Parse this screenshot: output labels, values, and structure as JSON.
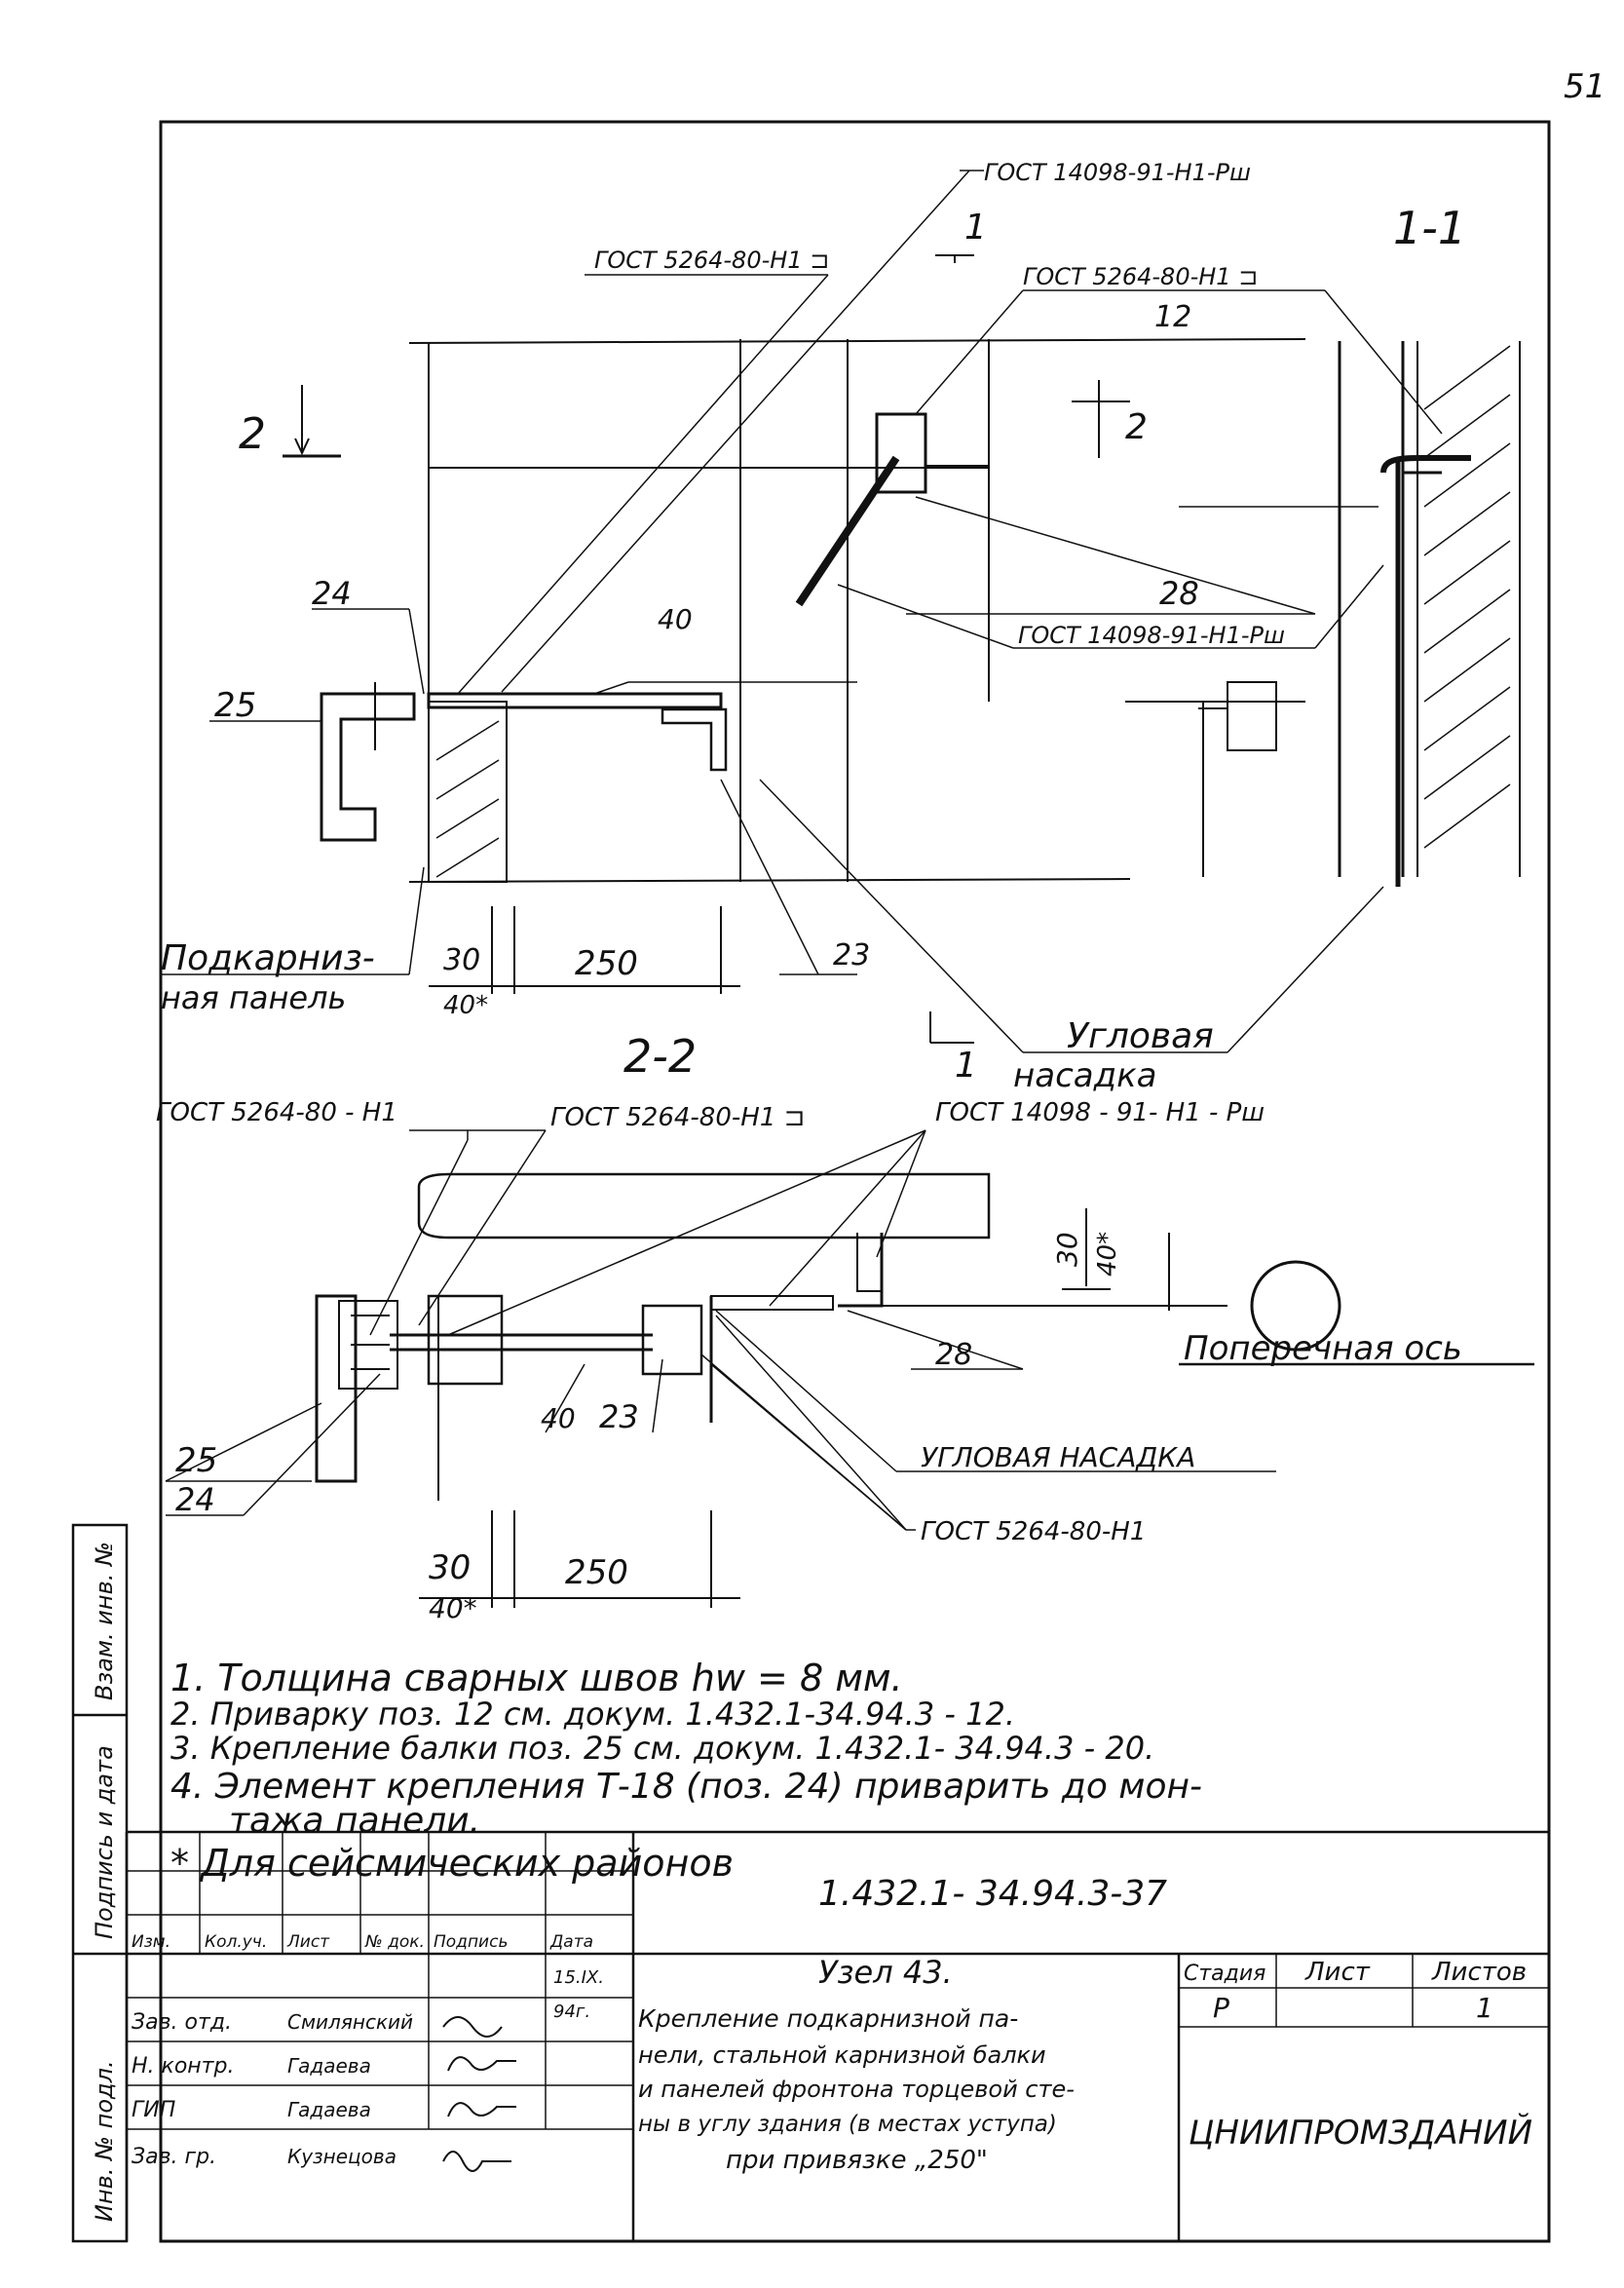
{
  "page_number": "51",
  "section_1_1": "1-1",
  "section_2_2": "2-2",
  "cut_mark_1": "1",
  "cut_mark_2": "2",
  "upper": {
    "gost_top": "ГОСТ 14098-91-Н1-Рш",
    "gost_second": "ГОСТ 5264-80-Н1 ⊐",
    "gost_right": "ГОСТ 5264-80-Н1 ⊐",
    "gost_lower_right": "ГОСТ 14098-91-Н1-Рш",
    "pos_12": "12",
    "pos_24": "24",
    "pos_25": "25",
    "pos_40": "40",
    "pos_28": "28",
    "pos_23": "23",
    "dim_30": "30",
    "dim_40s": "40*",
    "dim_250": "250",
    "label_panel_1": "Подкарниз-",
    "label_panel_2": "ная панель",
    "label_corner_1": "Угловая",
    "label_corner_2": "насадка"
  },
  "lower": {
    "gost_left": "ГОСТ 5264-80 - Н1",
    "gost_mid": "ГОСТ 5264-80-Н1 ⊐",
    "gost_right": "ГОСТ 14098 - 91- Н1 - Рш",
    "gost_bottom": "ГОСТ 5264-80-Н1",
    "dim_30v": "30",
    "dim_40v": "40*",
    "pos_28": "28",
    "pos_40": "40",
    "pos_23": "23",
    "pos_25": "25",
    "pos_24": "24",
    "label_axis": "Поперечная ось",
    "label_corner": "УГЛОВАЯ НАСАДКА",
    "dim_30": "30",
    "dim_40s": "40*",
    "dim_250": "250"
  },
  "notes": [
    "1. Толщина сварных швов hw = 8 мм.",
    "2. Приварку поз. 12 см. докум. 1.432.1-34.94.3 - 12.",
    "3. Крепление балки поз. 25 см. докум. 1.432.1- 34.94.3 - 20.",
    "4. Элемент крепления Т-18 (поз. 24) приварить до мон-",
    "тажа панели.",
    "* Для сейсмических районов"
  ],
  "side_stamp": [
    "Взам. инв. №",
    "Подпись и дата",
    "Инв. № подл."
  ],
  "title_block": {
    "doc_code": "1.432.1- 34.94.3-37",
    "headers": [
      "Изм.",
      "Кол.уч.",
      "Лист",
      "№ док.",
      "Подпись",
      "Дата"
    ],
    "date": "15.IX.",
    "date2": "94г.",
    "rows": [
      {
        "role": "Зав. отд.",
        "name": "Смилянский"
      },
      {
        "role": "Н. контр.",
        "name": "Гадаева"
      },
      {
        "role": "ГИП",
        "name": "Гадаева"
      },
      {
        "role": "Зав. гр.",
        "name": "Кузнецова"
      }
    ],
    "title_lines": [
      "Узел 43.",
      "Крепление подкарнизной па-",
      "нели, стальной карнизной балки",
      "и панелей фронтона торцевой сте-",
      "ны в углу здания (в местах уступа)",
      "при привязке „250\""
    ],
    "stage_label": "Стадия",
    "sheet_label": "Лист",
    "sheets_label": "Листов",
    "stage": "Р",
    "sheets": "1",
    "org": "ЦНИИПРОМЗДАНИЙ"
  }
}
